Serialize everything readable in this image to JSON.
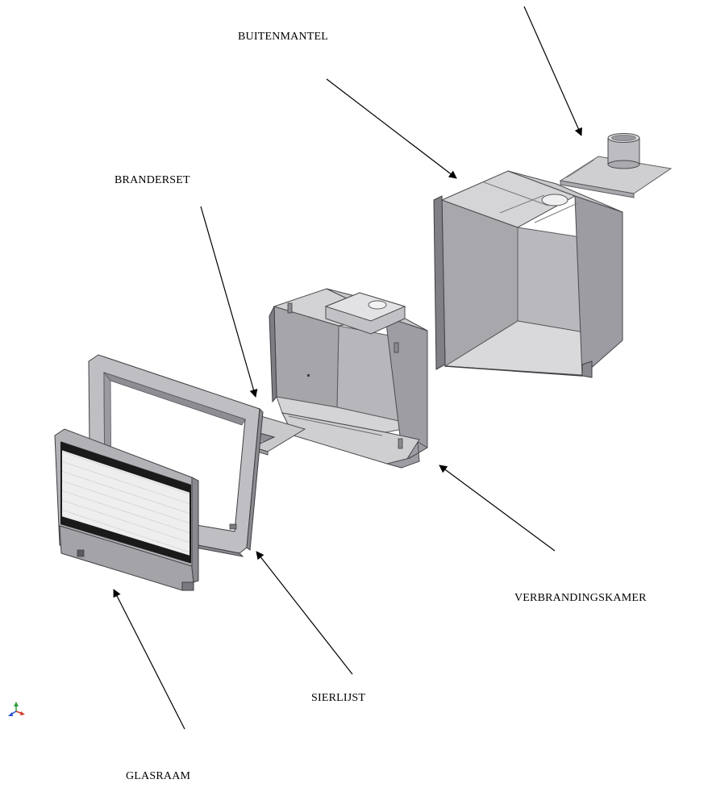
{
  "labels": {
    "buitenmantel": "BUITENMANTEL",
    "branderset": "BRANDERSET",
    "verbrandingskamer": "VERBRANDINGSKAMER",
    "sierlijst": "SIERLIJST",
    "glasraam": "GLASRAAM"
  },
  "icons": {
    "axis_triad": "axis-triad-icon"
  },
  "colors": {
    "background": "#ffffff",
    "line": "#000000",
    "metal_light": "#d6d6d8",
    "metal_mid": "#b4b4b8",
    "metal_dark": "#8c8c92",
    "edge": "#4a4a4e",
    "glass": "#efefef",
    "gasket": "#1a1a1a"
  }
}
